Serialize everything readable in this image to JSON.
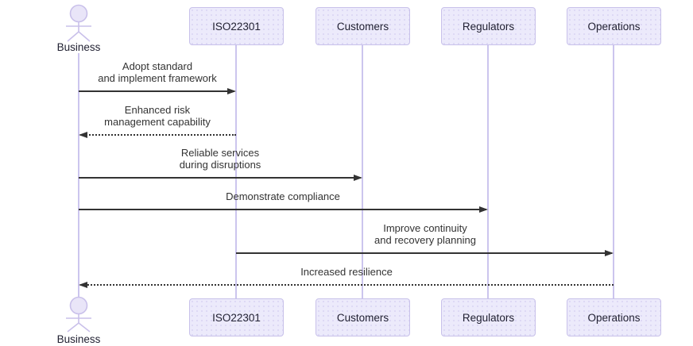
{
  "diagram": {
    "type": "sequence-diagram",
    "actor": {
      "name": "Business"
    },
    "participants": [
      {
        "id": "iso22301",
        "label": "ISO22301"
      },
      {
        "id": "customers",
        "label": "Customers"
      },
      {
        "id": "regulators",
        "label": "Regulators"
      },
      {
        "id": "operations",
        "label": "Operations"
      }
    ],
    "messages": [
      {
        "from": "Business",
        "to": "ISO22301",
        "line": "solid",
        "label": "Adopt standard\nand implement framework"
      },
      {
        "from": "ISO22301",
        "to": "Business",
        "line": "dotted",
        "label": "Enhanced risk\nmanagement capability"
      },
      {
        "from": "Business",
        "to": "Customers",
        "line": "solid",
        "label": "Reliable services\nduring disruptions"
      },
      {
        "from": "Business",
        "to": "Regulators",
        "line": "solid",
        "label": "Demonstrate compliance"
      },
      {
        "from": "ISO22301",
        "to": "Operations",
        "line": "solid",
        "label": "Improve continuity\nand recovery planning"
      },
      {
        "from": "Operations",
        "to": "Business",
        "line": "dotted",
        "label": "Increased resilience"
      }
    ],
    "colors": {
      "participant_fill": "#ECEAFB",
      "participant_border": "#C8C1EA",
      "lifeline": "#CCC5EE",
      "actor_stroke": "#C9C0EA",
      "actor_head_fill": "#E9E5F8",
      "arrow": "#333333",
      "text": "#333333",
      "background": "#FFFFFF"
    }
  }
}
